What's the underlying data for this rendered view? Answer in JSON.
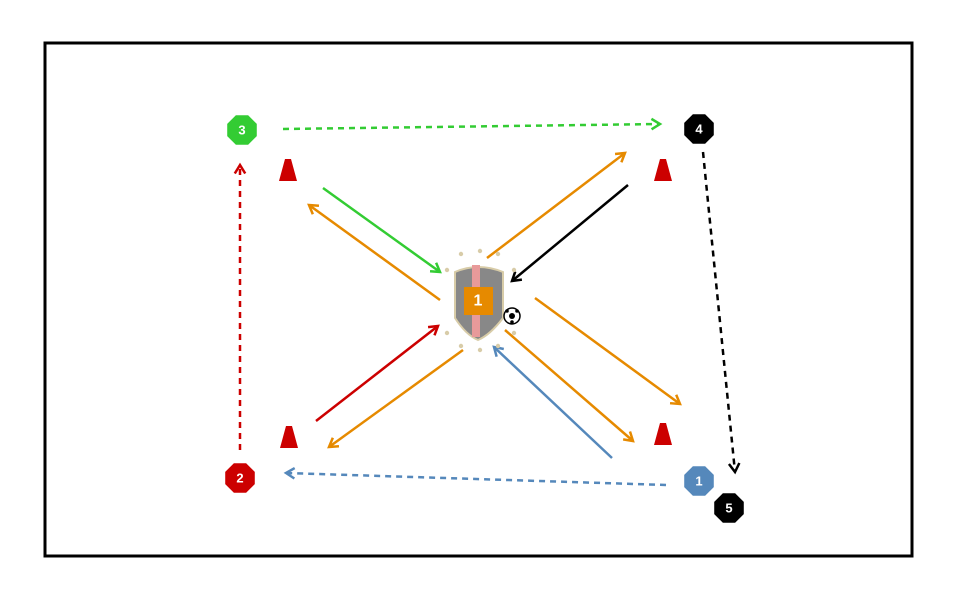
{
  "colors": {
    "green": "#33cc33",
    "red": "#cc0000",
    "black": "#000000",
    "blue": "#5588bb",
    "orange": "#e68a00",
    "cone": "#cc0000"
  },
  "players": [
    {
      "label": "3",
      "color": "#33cc33"
    },
    {
      "label": "4",
      "color": "#000000"
    },
    {
      "label": "2",
      "color": "#cc0000"
    },
    {
      "label": "1",
      "color": "#5588bb"
    },
    {
      "label": "5",
      "color": "#000000"
    }
  ],
  "center_player": {
    "label": "1",
    "color": "#e68a00"
  }
}
